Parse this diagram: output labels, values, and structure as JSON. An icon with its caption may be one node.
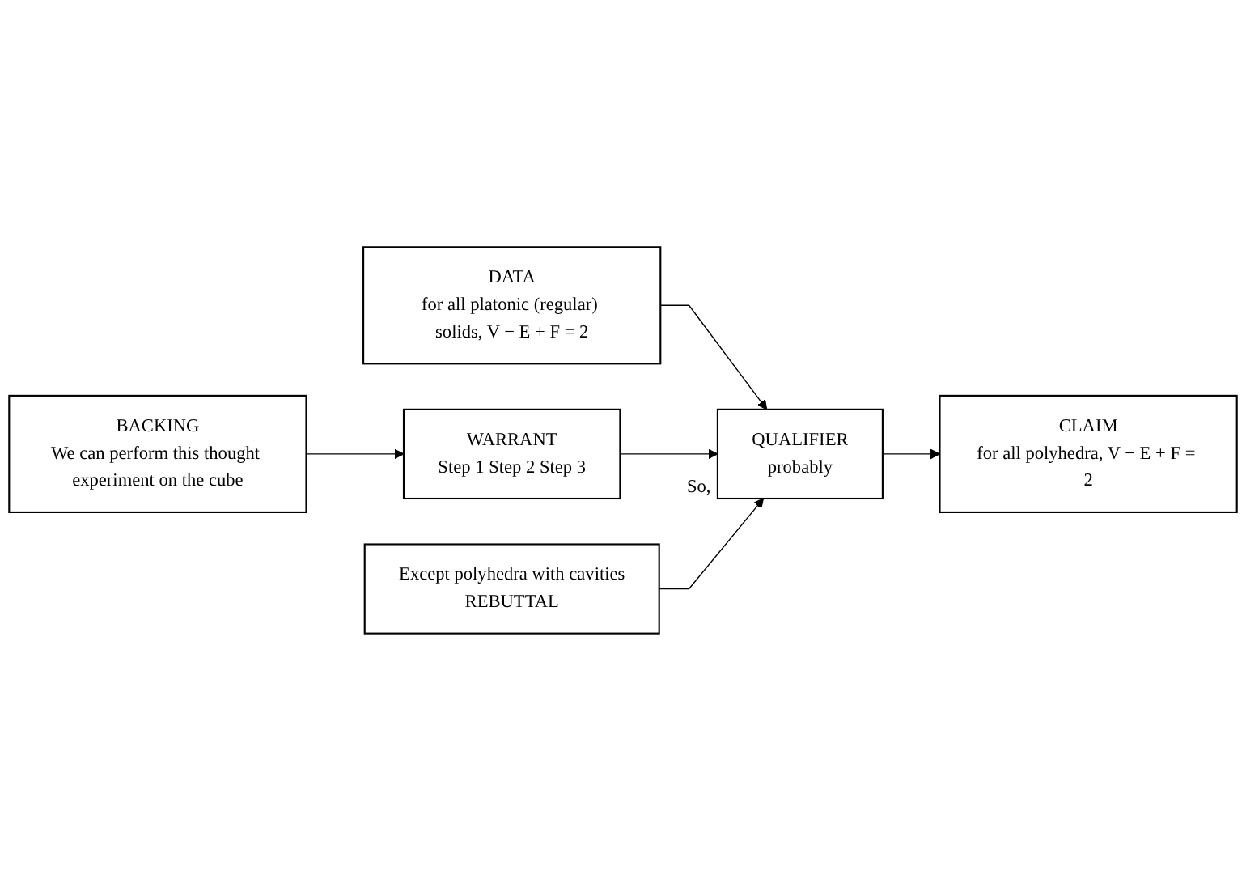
{
  "diagram": {
    "nodes": [
      {
        "text": [
          "BACKING",
          "We can perform this thought experiment on the cube"
        ]
      },
      {
        "text": [
          "WARRANT",
          "Step 1 Step 2 Step 3"
        ]
      },
      {
        "text": [
          "DATA",
          "for all platonic (regular) solids, V − E + F = 2"
        ]
      },
      {
        "text": [
          "QUALIFIER",
          "probably"
        ],
        "beside": [
          "So,"
        ]
      },
      {
        "text": [
          "CLAIM",
          "for all polyhedra, V − E + F = 2"
        ]
      },
      {
        "text": [
          "Except polyhedra with cavities",
          "REBUTTAL"
        ]
      }
    ],
    "edges": [
      {
        "from": 0,
        "to": 1,
        "arrow": "to"
      },
      {
        "from": 2,
        "to": 3,
        "arrow": "to"
      },
      {
        "from": 1,
        "to": 3,
        "arrow": "to"
      },
      {
        "from": 3,
        "to": 4,
        "arrow": "to"
      },
      {
        "from": 5,
        "to": 3,
        "arrow": "to"
      }
    ]
  }
}
